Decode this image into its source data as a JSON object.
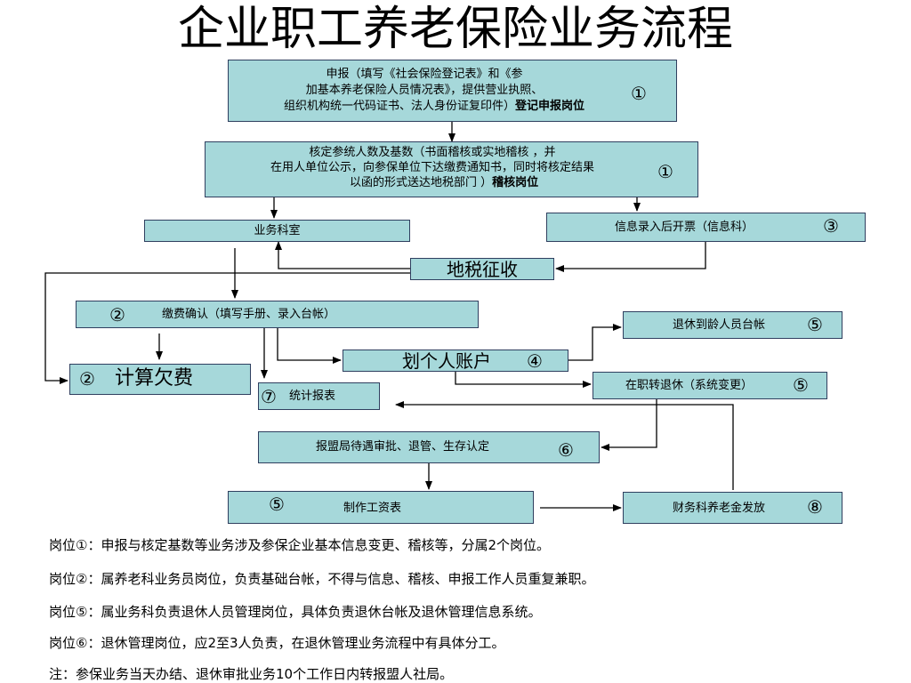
{
  "title": "企业职工养老保险业务流程",
  "boxes": {
    "declare": {
      "line1": "申报（填写《社会保险登记表》和《参",
      "line2": "加基本养老保险人员情况表》，提供营业执照、",
      "line3a": "组织机构统一代码证书、法人身份证复印件）",
      "line3b": "登记申报岗位",
      "badge": "①"
    },
    "verify": {
      "line1": "核定参统人数及基数（书面稽核或实地稽核 ，并",
      "line2": "在用人单位公示，向参保单位下达缴费通知书，同时将核定结果",
      "line3a": "以函的形式送达地税部门 ）",
      "line3b": "稽核岗位",
      "badge": "①"
    },
    "business_office": {
      "label": "业务科室"
    },
    "info_entry": {
      "label": "信息录入后开票（信息科）",
      "badge": "③"
    },
    "local_tax": {
      "label": "地税征收"
    },
    "payment_confirm": {
      "badge": "②",
      "label": "缴费确认（填写手册、录入台帐）"
    },
    "retire_ledger": {
      "label": "退休到龄人员台帐",
      "badge": "⑤"
    },
    "arrears": {
      "badge": "②",
      "label": "计算欠费"
    },
    "personal_account": {
      "label": "划个人账户",
      "badge": "④"
    },
    "transfer_retire": {
      "label": "在职转退休（系统变更）",
      "badge": "⑤"
    },
    "statistics": {
      "badge": "⑦",
      "label": "统计报表"
    },
    "approval": {
      "label": "报盟局待遇审批、退管、生存认定",
      "badge": "⑥"
    },
    "payroll": {
      "badge": "⑤",
      "label": "制作工资表"
    },
    "finance": {
      "label": "财务科养老金发放",
      "badge": "⑧"
    }
  },
  "notes": [
    "岗位①：申报与核定基数等业务涉及参保企业基本信息变更、稽核等，分属2个岗位。",
    "岗位②：属养老科业务员岗位，负责基础台帐，不得与信息、稽核、申报工作人员重复兼职。",
    "岗位⑤：属业务科负责退休人员管理岗位，具体负责退休台帐及退休管理信息系统。",
    "岗位⑥：退休管理岗位，应2至3人负责，在退休管理业务流程中有具体分工。",
    "注：参保业务当天办结、退休审批业务10个工作日内转报盟人社局。"
  ],
  "colors": {
    "box_fill": "#a6d8da",
    "box_border": "#2f3f5f",
    "line": "#000000"
  }
}
